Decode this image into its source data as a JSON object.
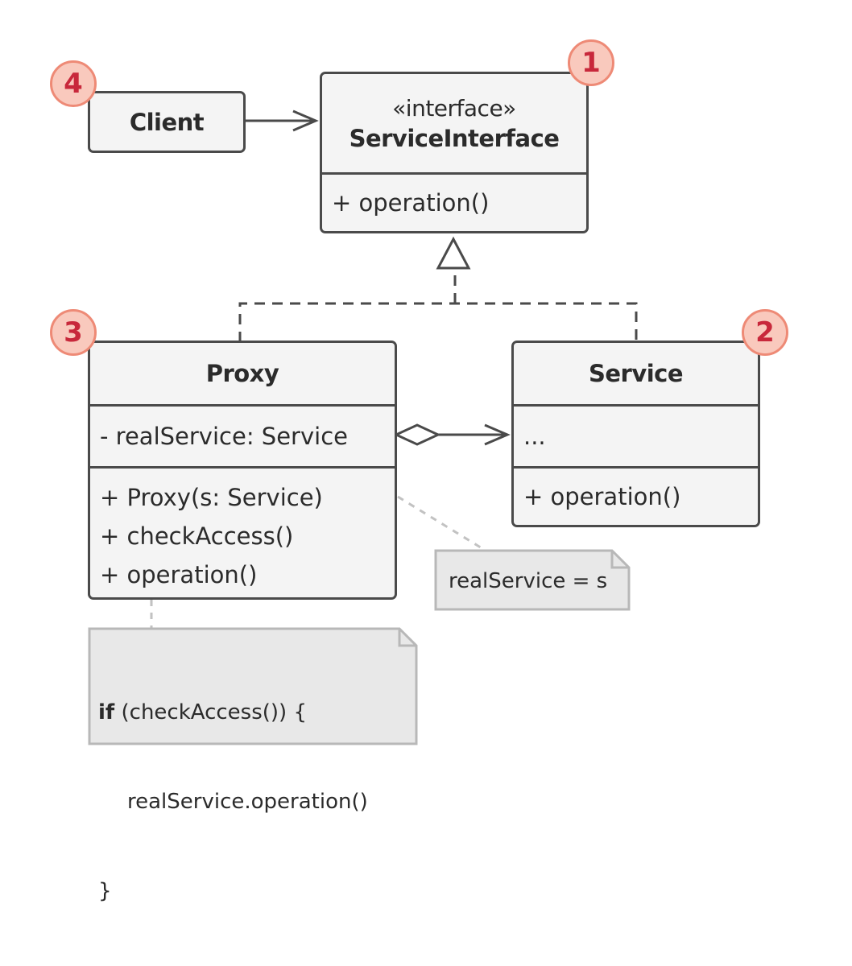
{
  "client": {
    "label": "Client",
    "badge": "4"
  },
  "service_interface": {
    "stereotype": "«interface»",
    "name": "ServiceInterface",
    "operation": "+ operation()",
    "badge": "1"
  },
  "proxy": {
    "name": "Proxy",
    "field": "- realService: Service",
    "methods": [
      "+ Proxy(s: Service)",
      "+ checkAccess()",
      "+ operation()"
    ],
    "badge": "3"
  },
  "service": {
    "name": "Service",
    "field": "...",
    "operation": "+ operation()",
    "badge": "2"
  },
  "notes": {
    "constructor": "realService = s",
    "operation": {
      "keyword": "if",
      "first_line_rest": " (checkAccess()) {",
      "second_line": "realService.operation()",
      "third_line": "}"
    }
  },
  "colors": {
    "border": "#4a4a4a",
    "box_fill": "#f4f4f4",
    "badge_fill": "#f9c9bd",
    "badge_ring": "#ee8a76",
    "badge_text": "#c8283b",
    "note_fill": "#e8e8e8",
    "note_border": "#b8b8b8"
  }
}
